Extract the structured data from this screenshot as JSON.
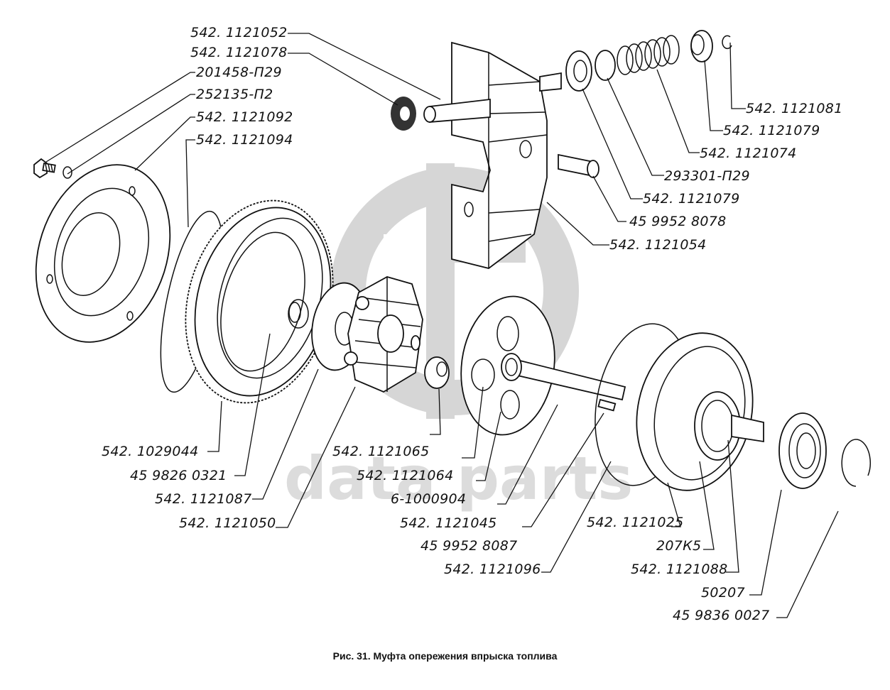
{
  "figure": {
    "caption": "Рис. 31. Муфта опережения впрыска топлива",
    "watermark_text": "data parts",
    "colors": {
      "ink": "#111111",
      "watermark": "#d6d6d6",
      "background": "#ffffff"
    }
  },
  "labels": {
    "top_left": [
      "542. 1121052",
      "542. 1121078",
      "201458-П29",
      "252135-П2",
      "542. 1121092",
      "542. 1121094"
    ],
    "top_right": [
      "542. 1121081",
      "542. 1121079",
      "542. 1121074",
      "293301-П29",
      "542. 1121079",
      "45 9952 8078",
      "542. 1121054"
    ],
    "bottom_left": [
      "542. 1029044",
      "45 9826 0321",
      "542. 1121087",
      "542. 1121050"
    ],
    "bottom_middle": [
      "542. 1121065",
      "542. 1121064",
      "6-1000904",
      "542. 1121045",
      "45 9952 8087",
      "542. 1121096"
    ],
    "bottom_right": [
      "542. 1121025",
      "207К5",
      "542. 1121088",
      "50207",
      "45 9836 0027"
    ]
  }
}
